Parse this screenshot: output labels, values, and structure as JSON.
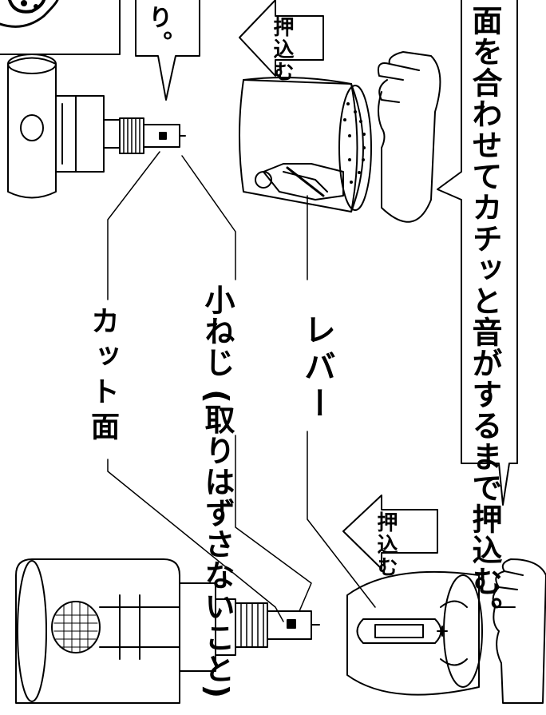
{
  "labels": {
    "callout_main": "面を合わせてカチッと音がするまで押込む。",
    "callout_top": "り。",
    "push_1": "押込む",
    "push_2": "押込む",
    "lever": "レバー",
    "screw_line1": "小ねじ",
    "screw_line2": "(取りはずさないこと)",
    "cut_face": "カット面"
  },
  "icons": [
    "push-arrow-icon",
    "hand-icon",
    "faucet-cartridge",
    "aerator-body"
  ],
  "colors": {
    "ink": "#000000",
    "paper": "#ffffff"
  }
}
